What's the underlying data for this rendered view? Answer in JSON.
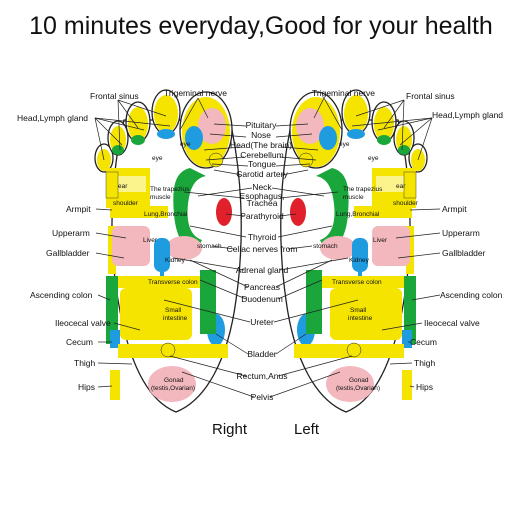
{
  "title": "10 minutes everyday,Good for your health",
  "feet": {
    "right": "Right",
    "left": "Left"
  },
  "labels_outer": {
    "frontal_sinus": "Frontal sinus",
    "trigeminal_nerve": "Trigeminal nerve",
    "head_lymph_gland": "Head,Lymph gland",
    "armpit": "Armpit",
    "upperarm": "Upperarm",
    "gallbladder": "Gallbladder",
    "ascending_colon": "Ascending colon",
    "ileocecal_valve": "Ileocecal valve",
    "cecum": "Cecum",
    "thigh": "Thigh",
    "hips": "Hips"
  },
  "labels_center": {
    "pituitary": "Pituitary",
    "nose": "Nose",
    "head_brain": "Head(The brain)",
    "cerebellum": "Cerebellum",
    "tongue": "Tongue",
    "carotid_artery": "Carotid artery",
    "neck": "Neck",
    "esophagus": "Esophagus,",
    "trachea": "Trachea",
    "parathyroid": "Parathyroid",
    "thyroid": "Thyroid",
    "celiac_nerves": "Celiac nerves from",
    "adrenal_gland": "Adrenal gland",
    "pancreas": "Pancreas",
    "duodenum": "Duodenum",
    "ureter": "Ureter",
    "bladder": "Bladder",
    "rectum_anus": "Rectum,Anus",
    "pelvis": "Pelvis"
  },
  "zones": {
    "eye": "eye",
    "ear": "ear",
    "trapezius_1": "The trapezius",
    "trapezius_2": "muscle",
    "shoulder": "shoulder",
    "lung": "Lung,Bronchial",
    "liver": "Liver",
    "stomach": "stomach",
    "kidney": "Kidney",
    "transverse_colon": "Transverse colon",
    "small_intestine_1": "Small",
    "small_intestine_2": "intestine",
    "gonad_1": "Gonad",
    "gonad_2": "(testis,Ovarian)"
  },
  "colors": {
    "yellow": "#f5e400",
    "blue": "#1f9be0",
    "green": "#1aa63a",
    "red": "#e0202a",
    "pink": "#f2b8bd",
    "lilac": "#cfa9d8"
  }
}
